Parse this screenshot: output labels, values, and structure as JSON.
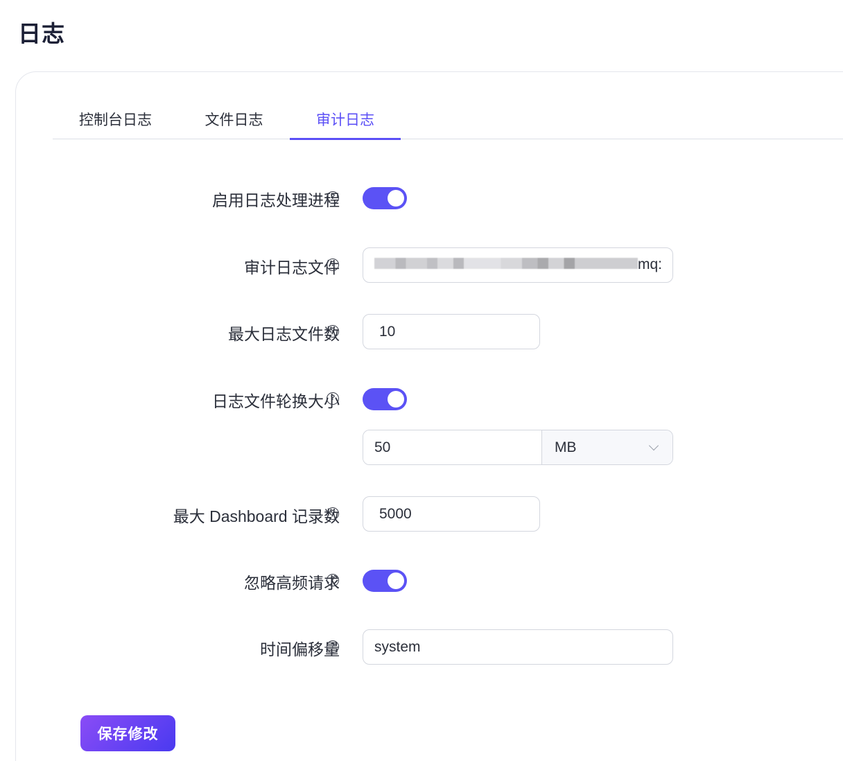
{
  "page": {
    "title": "日志"
  },
  "tabs": [
    {
      "label": "控制台日志",
      "active": false
    },
    {
      "label": "文件日志",
      "active": false
    },
    {
      "label": "审计日志",
      "active": true
    }
  ],
  "form": {
    "enable_log_process": {
      "label": "启用日志处理进程",
      "help_icon": "question-circle-icon",
      "value": true
    },
    "audit_log_file": {
      "label": "审计日志文件",
      "help_icon": "question-circle-icon",
      "value_visible_suffix": "mq:",
      "value_redacted": true
    },
    "max_log_files": {
      "label": "最大日志文件数",
      "help_icon": "question-circle-icon",
      "value": "10"
    },
    "log_rotate_size": {
      "label": "日志文件轮换大小",
      "help_icon": "question-circle-icon",
      "enabled": true,
      "size_value": "50",
      "unit": "MB"
    },
    "max_dashboard_records": {
      "label": "最大 Dashboard 记录数",
      "help_icon": "question-circle-icon",
      "value": "5000"
    },
    "ignore_high_freq": {
      "label": "忽略高频请求",
      "help_icon": "question-circle-icon",
      "value": true
    },
    "time_offset": {
      "label": "时间偏移量",
      "help_icon": "question-circle-icon",
      "value": "system"
    }
  },
  "actions": {
    "save_label": "保存修改"
  },
  "icons": {
    "help": "?"
  },
  "colors": {
    "accent": "#5b52f5",
    "tab_active": "#5b4ff6",
    "button_gradient_start": "#8a4cf6",
    "button_gradient_end": "#4a3af0",
    "border": "#d3d6de"
  }
}
